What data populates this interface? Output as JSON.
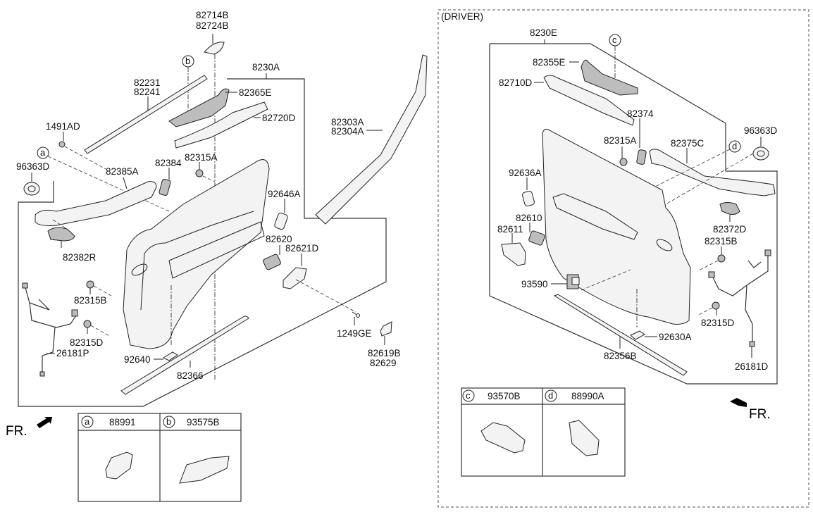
{
  "diagram": {
    "title": "Front Door Trim Panel Parts Diagram",
    "driver_section_label": "(DRIVER)",
    "front_indicator": "FR."
  },
  "passenger_side": {
    "assembly_label": "8230A",
    "labels": {
      "p82714B": "82714B",
      "p82724B": "82724B",
      "ref_b": "b",
      "p82231": "82231",
      "p82241": "82241",
      "p82365E": "82365E",
      "p82720D": "82720D",
      "p1491AD": "1491AD",
      "ref_a": "a",
      "p96363D": "96363D",
      "p82385A": "82385A",
      "p82384": "82384",
      "p82315A": "82315A",
      "p92646A": "92646A",
      "p82303A": "82303A",
      "p82304A": "82304A",
      "p82382R": "82382R",
      "p82620": "82620",
      "p82621D": "82621D",
      "p82315B": "82315B",
      "p82315D": "82315D",
      "p26181P": "26181P",
      "p92640": "92640",
      "p82366": "82366",
      "p1249GE": "1249GE",
      "p82619B": "82619B",
      "p82629": "82629"
    },
    "legend_table": [
      {
        "ref": "a",
        "part": "88991"
      },
      {
        "ref": "b",
        "part": "93575B"
      }
    ]
  },
  "driver_side": {
    "assembly_label": "8230E",
    "labels": {
      "ref_c": "c",
      "p82355E": "82355E",
      "p82710D": "82710D",
      "p82374": "82374",
      "p82315A": "82315A",
      "p82375C": "82375C",
      "ref_d": "d",
      "p96363D": "96363D",
      "p92636A": "92636A",
      "p82610": "82610",
      "p82611": "82611",
      "p82372D": "82372D",
      "p82315B": "82315B",
      "p93590": "93590",
      "p82315D": "82315D",
      "p92630A": "92630A",
      "p82356B": "82356B",
      "p26181D": "26181D"
    },
    "legend_table": [
      {
        "ref": "c",
        "part": "93570B"
      },
      {
        "ref": "d",
        "part": "88990A"
      }
    ]
  }
}
